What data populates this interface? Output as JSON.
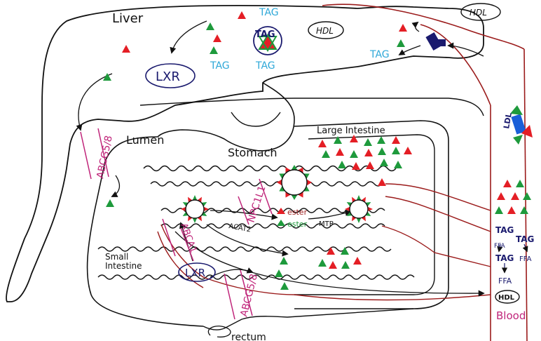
{
  "labels": {
    "liver": "Liver",
    "lumen": "Lumen",
    "stomach": "Stomach",
    "large_intestine": "Large Intestine",
    "small_intestine_1": "Small",
    "small_intestine_2": "Intestine",
    "rectum": "rectum",
    "blood": "Blood"
  },
  "liver_tags": [
    "TAG",
    "TAG",
    "TAG"
  ],
  "liver_tag_droplet": "TAG",
  "right_tag": "TAG",
  "hdl_labels": [
    "HDL",
    "HDL",
    "HDL"
  ],
  "ldl_label": "LDL",
  "lxr_labels": [
    "LXR",
    "LXR"
  ],
  "transporters": {
    "abcg58_top": "ABCG5/8",
    "abcg58_bottom": "ABCG5/8",
    "npc1l1": "NPC1L1",
    "abca1": "ABCA1"
  },
  "enzymes": {
    "acat2": "ACAT2",
    "mtp": "MTP"
  },
  "esters": [
    "ester",
    "ester"
  ],
  "blood_column": {
    "tag1": "TAG",
    "ffa1": "FFA",
    "tag2": "TAG",
    "ffa2": "FFA",
    "tag3": "TAG",
    "ffa3": "FFA"
  },
  "colors": {
    "ink": "#111111",
    "red": "#e41e25",
    "green": "#1e9a3c",
    "blue": "#2ea8d8",
    "navy": "#1a1a6e",
    "magenta": "#c0257a",
    "darkred": "#9b1b1b"
  }
}
